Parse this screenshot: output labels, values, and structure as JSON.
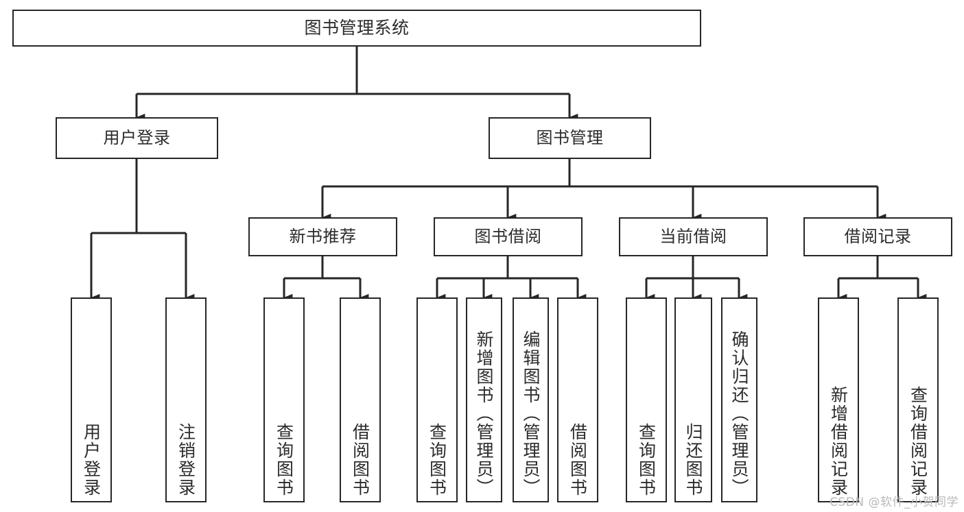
{
  "diagram": {
    "title": "图书管理系统",
    "type": "tree-hierarchy-chart",
    "watermark": "CSDN @软件_小贺同学",
    "colors": {
      "background": "#ffffff",
      "box_border": "#262626",
      "box_fill": "#ffffff",
      "text": "#2b2b2b",
      "connector": "#262626",
      "watermark": "#b9b9b9"
    },
    "nodes": {
      "root": {
        "label": "图书管理系统"
      },
      "level2": [
        {
          "id": "user-login",
          "label": "用户登录"
        },
        {
          "id": "book-manage",
          "label": "图书管理"
        }
      ],
      "level3": [
        {
          "id": "new-book-recommend",
          "label": "新书推荐"
        },
        {
          "id": "book-borrow",
          "label": "图书借阅"
        },
        {
          "id": "current-borrow",
          "label": "当前借阅"
        },
        {
          "id": "borrow-record",
          "label": "借阅记录"
        }
      ],
      "leaves": {
        "user_login": [
          {
            "id": "leaf-user-login",
            "label": "用户登录"
          },
          {
            "id": "leaf-logout-login",
            "label": "注销登录"
          }
        ],
        "new_book_recommend": [
          {
            "id": "leaf-query-book-1",
            "label": "查询图书"
          },
          {
            "id": "leaf-borrow-book-1",
            "label": "借阅图书"
          }
        ],
        "book_borrow": [
          {
            "id": "leaf-query-book-2",
            "label": "查询图书"
          },
          {
            "id": "leaf-add-book",
            "label": "新增图书（管理员）"
          },
          {
            "id": "leaf-edit-book",
            "label": "编辑图书（管理员）"
          },
          {
            "id": "leaf-borrow-book-2",
            "label": "借阅图书"
          }
        ],
        "current_borrow": [
          {
            "id": "leaf-query-book-3",
            "label": "查询图书"
          },
          {
            "id": "leaf-return-book",
            "label": "归还图书"
          },
          {
            "id": "leaf-confirm-return",
            "label": "确认归还（管理员）"
          }
        ],
        "borrow_record": [
          {
            "id": "leaf-add-record",
            "label": "新增借阅记录"
          },
          {
            "id": "leaf-query-record",
            "label": "查询借阅记录"
          }
        ]
      }
    }
  }
}
